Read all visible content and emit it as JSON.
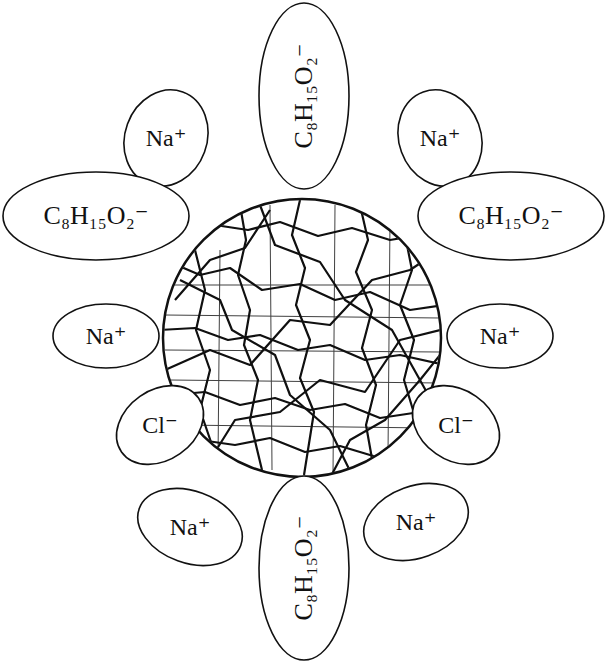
{
  "diagram": {
    "nodes": [
      {
        "text": [
          "C₈H₁₅O₂⁻"
        ]
      },
      {
        "text": [
          "Na⁺"
        ]
      },
      {
        "text": [
          "Na⁺"
        ]
      },
      {
        "text": [
          "C₈H₁₅O₂⁻"
        ]
      },
      {
        "text": [
          "C₈H₁₅O₂⁻"
        ]
      },
      {
        "text": [
          "Na⁺"
        ]
      },
      {
        "text": [
          "Na⁺"
        ]
      },
      {
        "text": [
          "Cl⁻"
        ]
      },
      {
        "text": [
          "Cl⁻"
        ]
      },
      {
        "text": [
          "Na⁺"
        ]
      },
      {
        "text": [
          "Na⁺"
        ]
      },
      {
        "text": [
          "C₈H₁₅O₂⁻"
        ]
      }
    ]
  }
}
